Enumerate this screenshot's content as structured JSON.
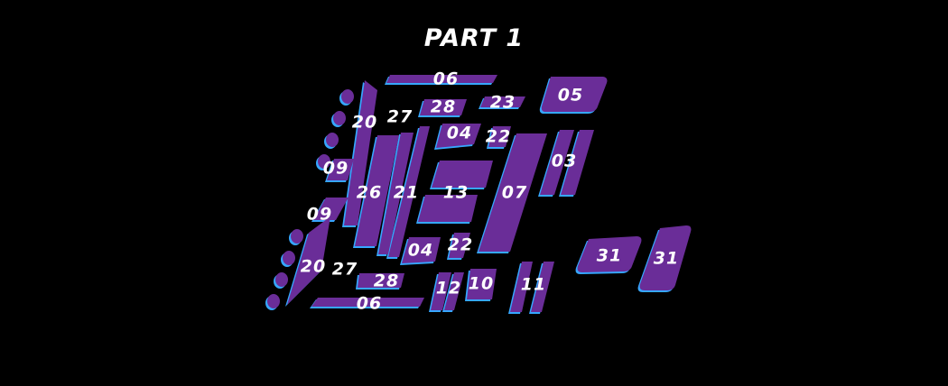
{
  "title": "PART 1",
  "colors": {
    "background": "#000000",
    "part_fill": "#6a2d98",
    "part_edge": "#36a7ff",
    "label": "#ffffff"
  },
  "labels": {
    "l06a": "06",
    "l28a": "28",
    "l23": "23",
    "l05": "05",
    "l20a": "20",
    "l27a": "27",
    "l04a": "04",
    "l22a": "22",
    "l03": "03",
    "l09a": "09",
    "l26": "26",
    "l21": "21",
    "l13": "13",
    "l07": "07",
    "l09b": "09",
    "l04b": "04",
    "l22b": "22",
    "l20b": "20",
    "l27b": "27",
    "l28b": "28",
    "l31a": "31",
    "l31b": "31",
    "l12": "12",
    "l10": "10",
    "l11": "11",
    "l06b": "06"
  }
}
